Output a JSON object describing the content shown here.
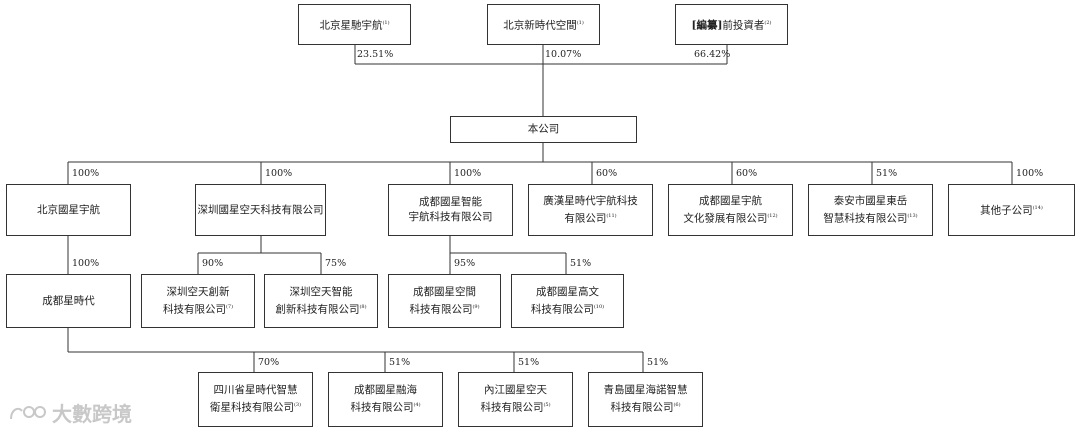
{
  "shareholders": [
    {
      "name": "北京星馳宇航",
      "note": "(1)",
      "pct": "23.51%"
    },
    {
      "name": "北京新時代空間",
      "note": "(1)",
      "pct": "10.07%"
    },
    {
      "name_hl": "[編纂]",
      "name": "前投資者",
      "note": "(2)",
      "pct": "66.42%"
    }
  ],
  "company": {
    "name": "本公司"
  },
  "subsidiaries": [
    {
      "line1": "北京國星宇航",
      "line2": "",
      "note": "",
      "pct": "100%"
    },
    {
      "line1": "深圳國星空天科技有限公司",
      "line2": "",
      "note": "",
      "pct": "100%"
    },
    {
      "line1": "成都國星智能",
      "line2": "宇航科技有限公司",
      "note": "",
      "pct": "100%"
    },
    {
      "line1": "廣漢星時代宇航科技",
      "line2": "有限公司",
      "note": "(11)",
      "pct": "60%"
    },
    {
      "line1": "成都國星宇航",
      "line2": "文化發展有限公司",
      "note": "(12)",
      "pct": "60%"
    },
    {
      "line1": "泰安市國星東岳",
      "line2": "智慧科技有限公司",
      "note": "(13)",
      "pct": "51%"
    },
    {
      "line1": "其他子公司",
      "line2": "",
      "note": "(14)",
      "pct": "100%"
    }
  ],
  "chengdu_xsd": {
    "name": "成都星時代",
    "pct": "100%"
  },
  "shenzhen_subs": [
    {
      "line1": "深圳空天創新",
      "line2": "科技有限公司",
      "note": "(7)",
      "pct": "90%"
    },
    {
      "line1": "深圳空天智能",
      "line2": "創新科技有限公司",
      "note": "(8)",
      "pct": "75%"
    }
  ],
  "chengdu_subs": [
    {
      "line1": "成都國星空間",
      "line2": "科技有限公司",
      "note": "(9)",
      "pct": "95%"
    },
    {
      "line1": "成都國星高文",
      "line2": "科技有限公司",
      "note": "(10)",
      "pct": "51%"
    }
  ],
  "xsd_subs": [
    {
      "line1": "四川省星時代智慧",
      "line2": "衛星科技有限公司",
      "note": "(3)",
      "pct": "70%"
    },
    {
      "line1": "成都國星融海",
      "line2": "科技有限公司",
      "note": "(4)",
      "pct": "51%"
    },
    {
      "line1": "內江國星空天",
      "line2": "科技有限公司",
      "note": "(5)",
      "pct": "51%"
    },
    {
      "line1": "青島國星海諾智慧",
      "line2": "科技有限公司",
      "note": "(6)",
      "pct": "51%"
    }
  ],
  "watermark": {
    "text": "大數跨境",
    "logo": "nose-logo-icon"
  }
}
